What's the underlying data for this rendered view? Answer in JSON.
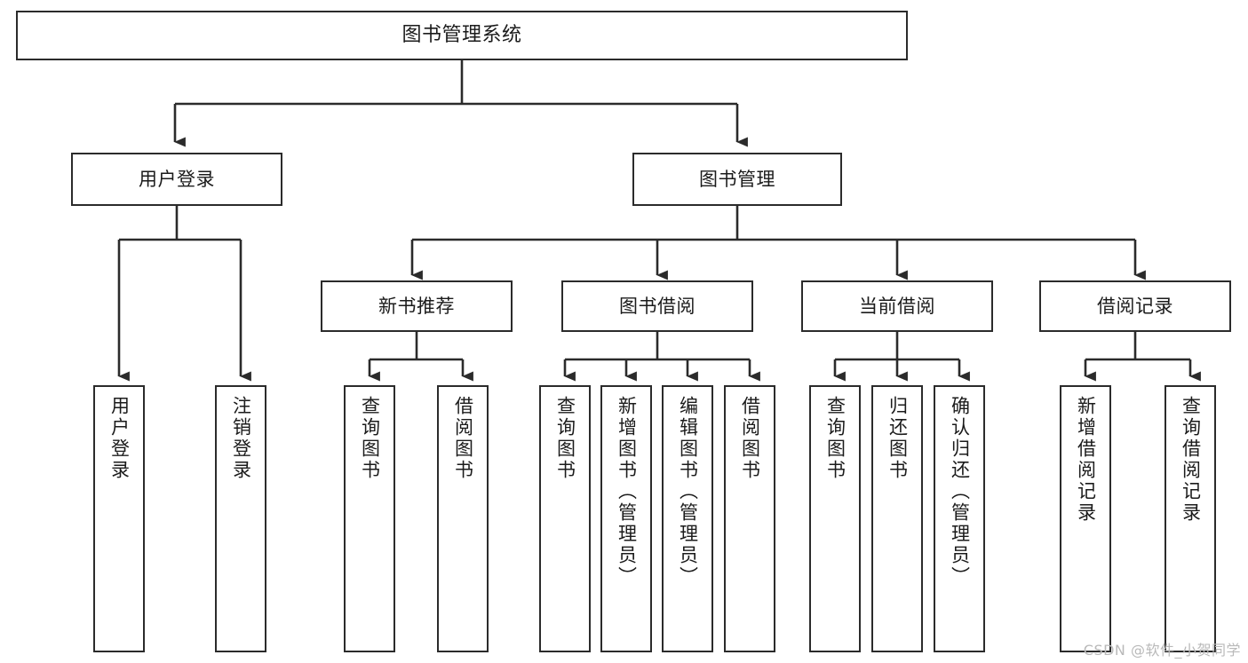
{
  "diagram": {
    "title": "图书管理系统",
    "type": "tree-hierarchy",
    "watermark": "CSDN @软件_小贺同学",
    "colors": {
      "stroke": "#2b2b2b",
      "fill": "#ffffff",
      "text": "#1b1b1b",
      "watermark": "#b9b9b9"
    },
    "nodes": {
      "root": {
        "label": "图书管理系统"
      },
      "level2": [
        {
          "id": "user-login",
          "label": "用户登录"
        },
        {
          "id": "book-manage",
          "label": "图书管理"
        }
      ],
      "level3": [
        {
          "id": "new-book-recommend",
          "label": "新书推荐"
        },
        {
          "id": "book-borrow",
          "label": "图书借阅"
        },
        {
          "id": "current-borrow",
          "label": "当前借阅"
        },
        {
          "id": "borrow-record",
          "label": "借阅记录"
        }
      ],
      "leaves": {
        "user_login": [
          {
            "id": "leaf-user-login",
            "label": "用户登录"
          },
          {
            "id": "leaf-logout",
            "label": "注销登录"
          }
        ],
        "new_book_recommend": [
          {
            "id": "leaf-query-book-1",
            "label": "查询图书"
          },
          {
            "id": "leaf-borrow-book-1",
            "label": "借阅图书"
          }
        ],
        "book_borrow": [
          {
            "id": "leaf-query-book-2",
            "label": "查询图书"
          },
          {
            "id": "leaf-add-book",
            "label": "新增图书（管理员）"
          },
          {
            "id": "leaf-edit-book",
            "label": "编辑图书（管理员）"
          },
          {
            "id": "leaf-borrow-book-2",
            "label": "借阅图书"
          }
        ],
        "current_borrow": [
          {
            "id": "leaf-query-book-3",
            "label": "查询图书"
          },
          {
            "id": "leaf-return-book",
            "label": "归还图书"
          },
          {
            "id": "leaf-confirm-return",
            "label": "确认归还（管理员）"
          }
        ],
        "borrow_record": [
          {
            "id": "leaf-add-record",
            "label": "新增借阅记录"
          },
          {
            "id": "leaf-query-record",
            "label": "查询借阅记录"
          }
        ]
      }
    }
  }
}
